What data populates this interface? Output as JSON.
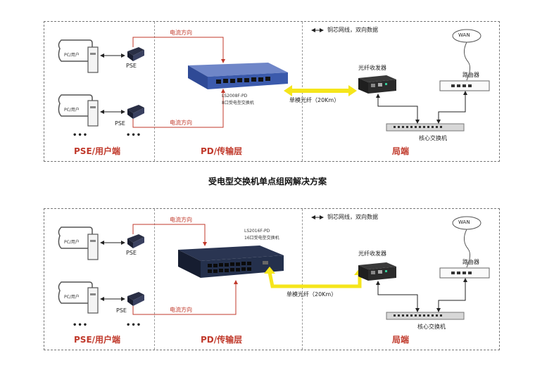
{
  "diagrams": [
    {
      "legend": "铜芯网线，双向数据",
      "current_dir_top": "电流方向",
      "current_dir_bottom": "电流方向",
      "pc_label_1": "PC/用户",
      "pc_label_2": "PC/用户",
      "pse_1": "PSE",
      "pse_2": "PSE",
      "switch_model": "LS2008F-PD",
      "switch_desc": "8口受电型交换机",
      "fiber": "单模光纤（20Km）",
      "transceiver": "光纤收发器",
      "router": "路由器",
      "wan": "WAN",
      "core_switch": "核心交换机",
      "zone_left": "PSE/用户端",
      "zone_mid": "PD/传输层",
      "zone_right": "局端",
      "dots": "•••"
    },
    {
      "legend": "铜芯网线，双向数据",
      "current_dir_top": "电流方向",
      "current_dir_bottom": "电流方向",
      "pc_label_1": "PC/用户",
      "pc_label_2": "PC/用户",
      "pse_1": "PSE",
      "pse_2": "PSE",
      "switch_model": "LS2016F-PD",
      "switch_desc": "16口受电型交换机",
      "fiber": "单模光纤（20Km）",
      "transceiver": "光纤收发器",
      "router": "路由器",
      "wan": "WAN",
      "core_switch": "核心交换机",
      "zone_left": "PSE/用户端",
      "zone_mid": "PD/传输层",
      "zone_right": "局端",
      "dots": "•••"
    }
  ],
  "middle_title": "受电型交换机单点组网解决方案"
}
